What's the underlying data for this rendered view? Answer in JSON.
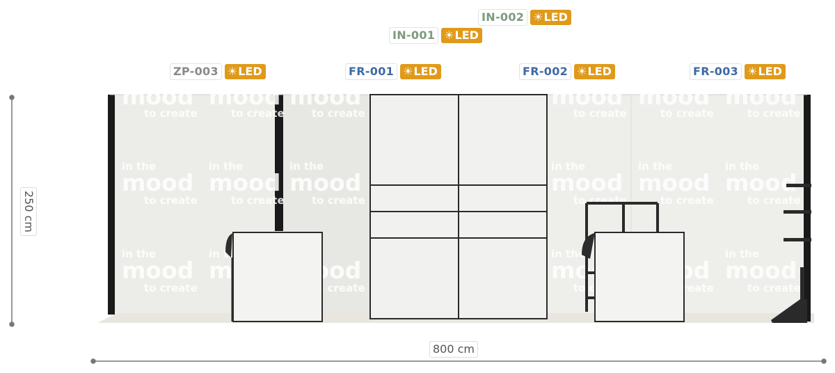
{
  "dimensions": {
    "width_label": "800 cm",
    "height_label": "250 cm"
  },
  "colors": {
    "label_gray": "#8a8a8a",
    "label_green": "#7d9a7e",
    "label_blue": "#3f6aa3",
    "led_badge": "#e09a1a",
    "wall": "#ececea",
    "frame": "#1a1a1a"
  },
  "badge_icon": "sun-icon",
  "labels": [
    {
      "code": "ZP-003",
      "led": "LED",
      "color": "label_gray"
    },
    {
      "code": "FR-001",
      "led": "LED",
      "color": "label_blue"
    },
    {
      "code": "FR-002",
      "led": "LED",
      "color": "label_blue"
    },
    {
      "code": "FR-003",
      "led": "LED",
      "color": "label_blue"
    },
    {
      "code": "IN-001",
      "led": "LED",
      "color": "label_green"
    },
    {
      "code": "IN-002",
      "led": "LED",
      "color": "label_green"
    }
  ],
  "watermark": {
    "line1": "in the",
    "line2": "mood",
    "line3": "to create"
  }
}
